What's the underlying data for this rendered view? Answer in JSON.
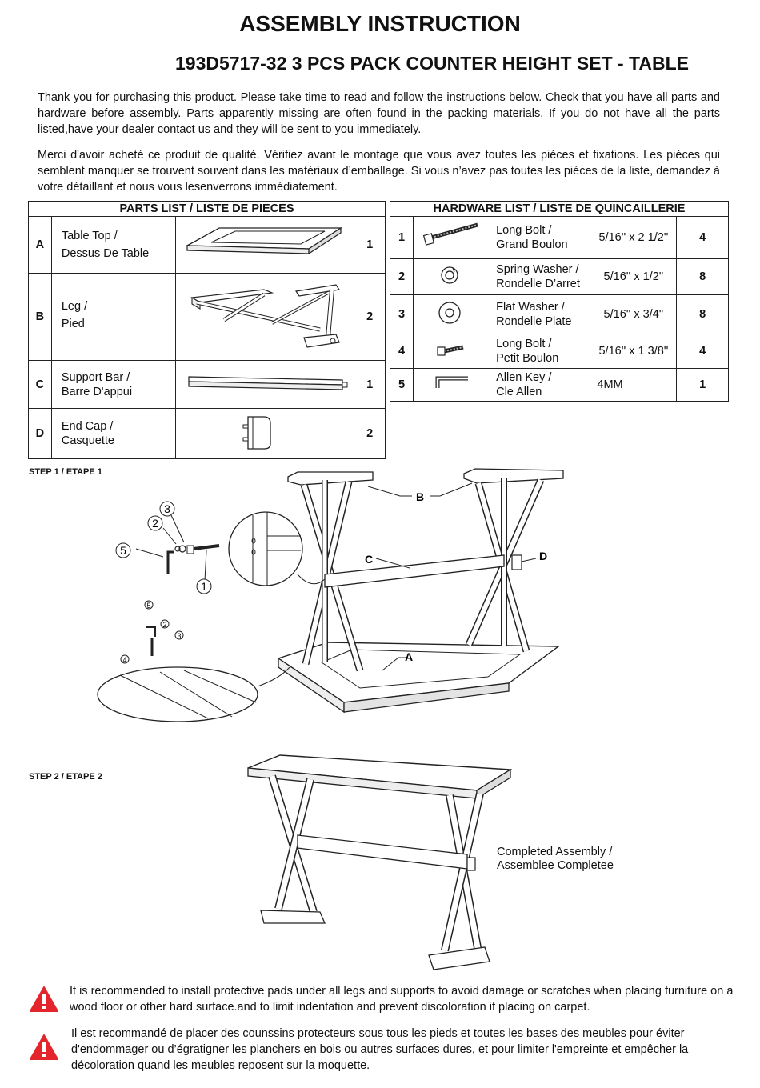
{
  "title": "ASSEMBLY INSTRUCTION",
  "subtitle": "193D5717-32 3 PCS PACK COUNTER HEIGHT SET - TABLE",
  "intro_en": "Thank you for purchasing this product. Please take time to read and follow the instructions below. Check that you have all  parts and hardware before assembly. Parts apparently missing are often found in the packing materials. If you do not have all  the parts listed,have your dealer contact us and they will be sent to you immediately.",
  "intro_fr": "Merci d'avoir acheté ce produit de qualité. Vérifiez avant le montage que vous avez toutes les piéces et fixations. Les piéces qui semblent manquer se trouvent souvent dans les matériaux d’emballage. Si vous n’avez pas toutes les piéces de la liste, demandez à votre détaillant et nous vous lesenverrons immédiatement.",
  "parts_list": {
    "header": "PARTS LIST / LISTE DE PIECES",
    "rows": [
      {
        "id": "A",
        "name_en": "Table Top /",
        "name_fr": "Dessus De Table",
        "qty": "1",
        "icon": "table-top-icon"
      },
      {
        "id": "B",
        "name_en": "Leg /",
        "name_fr": "Pied",
        "qty": "2",
        "icon": "leg-icon"
      },
      {
        "id": "C",
        "name_en": "Support Bar /",
        "name_fr": "Barre D'appui",
        "qty": "1",
        "icon": "support-bar-icon"
      },
      {
        "id": "D",
        "name_en": "End Cap /",
        "name_fr": "Casquette",
        "qty": "2",
        "icon": "end-cap-icon"
      }
    ]
  },
  "hardware_list": {
    "header": "HARDWARE LIST / LISTE DE QUINCAILLERIE",
    "rows": [
      {
        "id": "1",
        "name_en": "Long Bolt /",
        "name_fr": "Grand Boulon",
        "size": "5/16'' x 2 1/2''",
        "qty": "4",
        "icon": "long-bolt-icon"
      },
      {
        "id": "2",
        "name_en": "Spring Washer /",
        "name_fr": "Rondelle D’arret",
        "size": "5/16'' x 1/2''",
        "qty": "8",
        "icon": "spring-washer-icon"
      },
      {
        "id": "3",
        "name_en": "Flat Washer /",
        "name_fr": "Rondelle Plate",
        "size": "5/16'' x 3/4''",
        "qty": "8",
        "icon": "flat-washer-icon"
      },
      {
        "id": "4",
        "name_en": "Long Bolt /",
        "name_fr": "Petit Boulon",
        "size": "5/16'' x 1 3/8''",
        "qty": "4",
        "icon": "short-bolt-icon"
      },
      {
        "id": "5",
        "name_en": "Allen Key /",
        "name_fr": "Cle Allen",
        "size": "4MM",
        "qty": "1",
        "icon": "allen-key-icon"
      }
    ]
  },
  "step1": {
    "label": "STEP 1 / ETAPE 1",
    "callouts": {
      "b": "B",
      "c": "C",
      "d": "D",
      "a": "A",
      "n1": "1",
      "n2": "2",
      "n3": "3",
      "n4": "4",
      "n5": "5"
    }
  },
  "step2": {
    "label": "STEP 2 / ETAPE 2",
    "completed": "Completed Assembly /",
    "completed_fr": "Assemblee Completee"
  },
  "warnings": [
    {
      "icon": "warning-icon",
      "text": "It is recommended to install protective pads under all legs and supports to avoid damage or scratches when placing furniture on a wood floor or other hard surface.and to limit indentation and prevent discoloration if placing on carpet."
    },
    {
      "icon": "warning-icon",
      "text": "Il est recommandé de placer des counssins protecteurs sous tous les pieds et toutes les bases des meubles pour éviter d'endommager ou d’égratigner les planchers en bois ou autres surfaces dures, et pour limiter l'empreinte et empêcher la décoloration quand les meubles reposent sur la moquette."
    }
  ],
  "colors": {
    "warning": "#e3262c",
    "ink": "#111111"
  }
}
